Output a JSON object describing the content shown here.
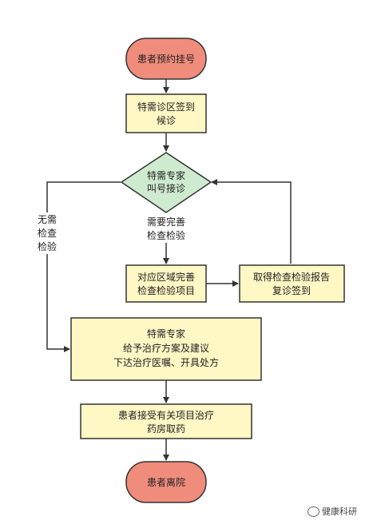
{
  "nodes": {
    "start": {
      "lines": [
        "患者预约挂号"
      ]
    },
    "register": {
      "lines": [
        "特需诊区签到",
        "候诊"
      ]
    },
    "call": {
      "lines": [
        "特需专家",
        "叫号接诊"
      ]
    },
    "exam": {
      "lines": [
        "对应区域完善",
        "检查检验项目"
      ]
    },
    "report": {
      "lines": [
        "取得检查检验报告",
        "复诊签到"
      ]
    },
    "plan": {
      "lines": [
        "特需专家",
        "给予治疗方案及建议",
        "下达治疗医嘱、开具处方"
      ]
    },
    "accept": {
      "lines": [
        "患者接受有关项目治疗",
        "药房取药"
      ]
    },
    "end": {
      "lines": [
        "患者离院"
      ]
    }
  },
  "edge_labels": {
    "need_exam": [
      "需要完善",
      "检查检验"
    ],
    "no_exam": [
      "无需",
      "检查",
      "检验"
    ]
  },
  "colors": {
    "terminal_fill": "#F08C7C",
    "process_fill": "#FFF7C4",
    "decision_fill": "#CFEBCF",
    "stroke": "#333333"
  },
  "watermark": "健康科研"
}
